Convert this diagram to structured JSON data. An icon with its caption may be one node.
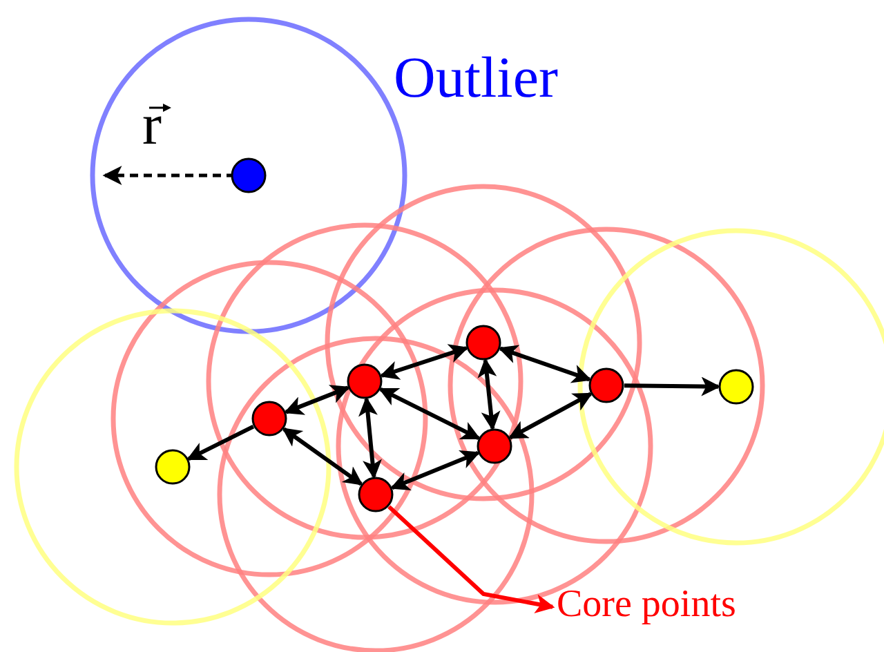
{
  "diagram": {
    "nodes": [
      {
        "text": [],
        "shape": "circle"
      },
      {
        "text": [],
        "shape": "circle"
      },
      {
        "text": [],
        "shape": "circle"
      },
      {
        "text": [],
        "shape": "circle"
      },
      {
        "text": [],
        "shape": "circle"
      },
      {
        "text": [],
        "shape": "circle"
      },
      {
        "text": [],
        "shape": "circle"
      },
      {
        "text": [],
        "shape": "circle"
      },
      {
        "text": [],
        "shape": "circle"
      },
      {
        "text": [
          "Core points"
        ]
      }
    ],
    "edges": [
      {
        "from": 2,
        "to": 1,
        "arrow": "both"
      },
      {
        "from": 1,
        "to": 7,
        "arrow": "to"
      },
      {
        "from": 1,
        "to": 6,
        "arrow": "both"
      },
      {
        "from": 2,
        "to": 3,
        "arrow": "both"
      },
      {
        "from": 2,
        "to": 6,
        "arrow": "both"
      },
      {
        "from": 2,
        "to": 5,
        "arrow": "both"
      },
      {
        "from": 3,
        "to": 5,
        "arrow": "both"
      },
      {
        "from": 3,
        "to": 4,
        "arrow": "both"
      },
      {
        "from": 4,
        "to": 5,
        "arrow": "both"
      },
      {
        "from": 4,
        "to": 8,
        "arrow": "to"
      },
      {
        "from": 5,
        "to": 6,
        "arrow": "both"
      },
      {
        "from": 6,
        "to": 9,
        "arrow": "to",
        "color": "#ff0000"
      }
    ],
    "labels": [
      "Outlier",
      "r"
    ]
  }
}
